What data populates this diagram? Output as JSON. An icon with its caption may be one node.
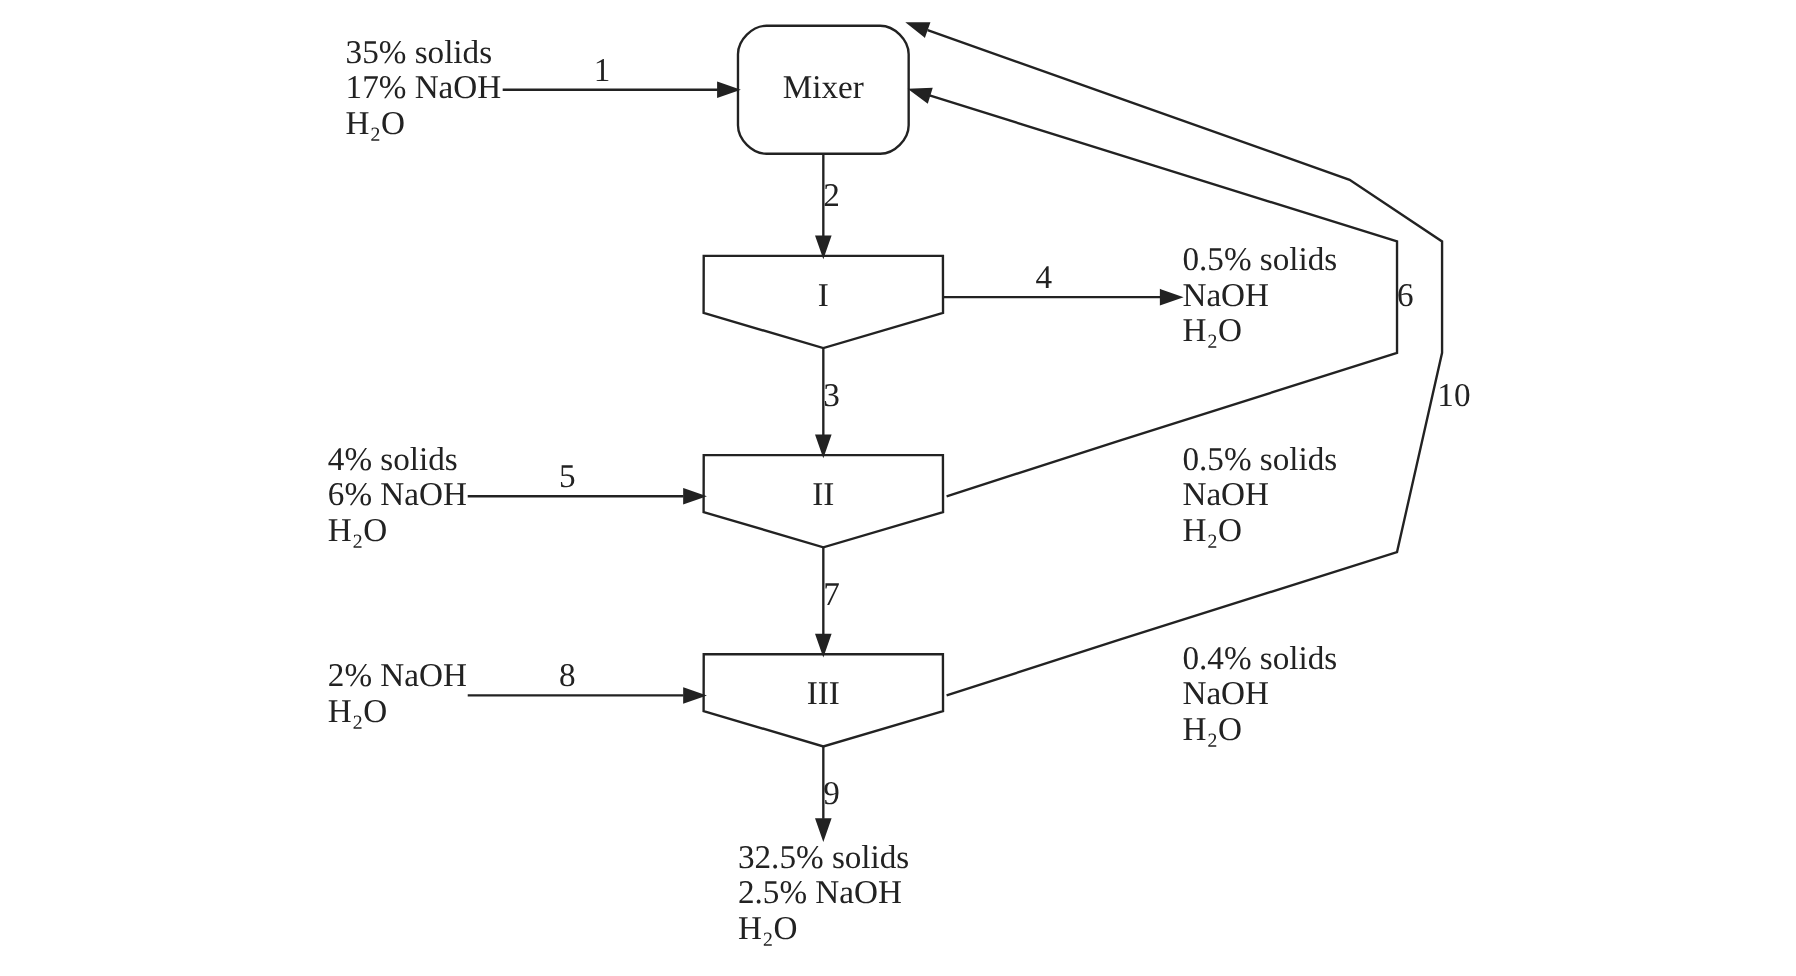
{
  "diagram": {
    "nodes": [
      {
        "text": [
          "35% solids",
          "17% NaOH",
          "H₂O"
        ]
      },
      {
        "text": [
          "Mixer"
        ]
      },
      {
        "text": [
          "I"
        ]
      },
      {
        "text": [
          "0.5% solids",
          "NaOH",
          "H₂O"
        ]
      },
      {
        "text": [
          "4% solids",
          "6% NaOH",
          "H₂O"
        ]
      },
      {
        "text": [
          "II"
        ]
      },
      {
        "text": [
          "2% NaOH",
          "H₂O"
        ]
      },
      {
        "text": [
          "III"
        ]
      },
      {
        "text": [
          "32.5% solids",
          "2.5% NaOH",
          "H₂O"
        ]
      }
    ],
    "edges": [
      {
        "from": 0,
        "to": 1,
        "arrow": "to",
        "label": "1"
      },
      {
        "from": 1,
        "to": 2,
        "arrow": "to",
        "label": "2"
      },
      {
        "from": 2,
        "to": 5,
        "arrow": "to",
        "label": "3"
      },
      {
        "from": 2,
        "to": 3,
        "arrow": "to",
        "label": "4"
      },
      {
        "from": 4,
        "to": 5,
        "arrow": "to",
        "label": "5"
      },
      {
        "from": 5,
        "to": 1,
        "arrow": "to",
        "label": "6"
      },
      {
        "from": 5,
        "to": 7,
        "arrow": "to",
        "label": "7"
      },
      {
        "from": 6,
        "to": 7,
        "arrow": "to",
        "label": "8"
      },
      {
        "from": 7,
        "to": 8,
        "arrow": "to",
        "label": "9"
      },
      {
        "from": 7,
        "to": 1,
        "arrow": "to",
        "label": "10"
      }
    ],
    "labels": [
      "0.5% solids",
      "NaOH",
      "H₂O",
      "0.4% solids",
      "NaOH",
      "H₂O"
    ]
  }
}
